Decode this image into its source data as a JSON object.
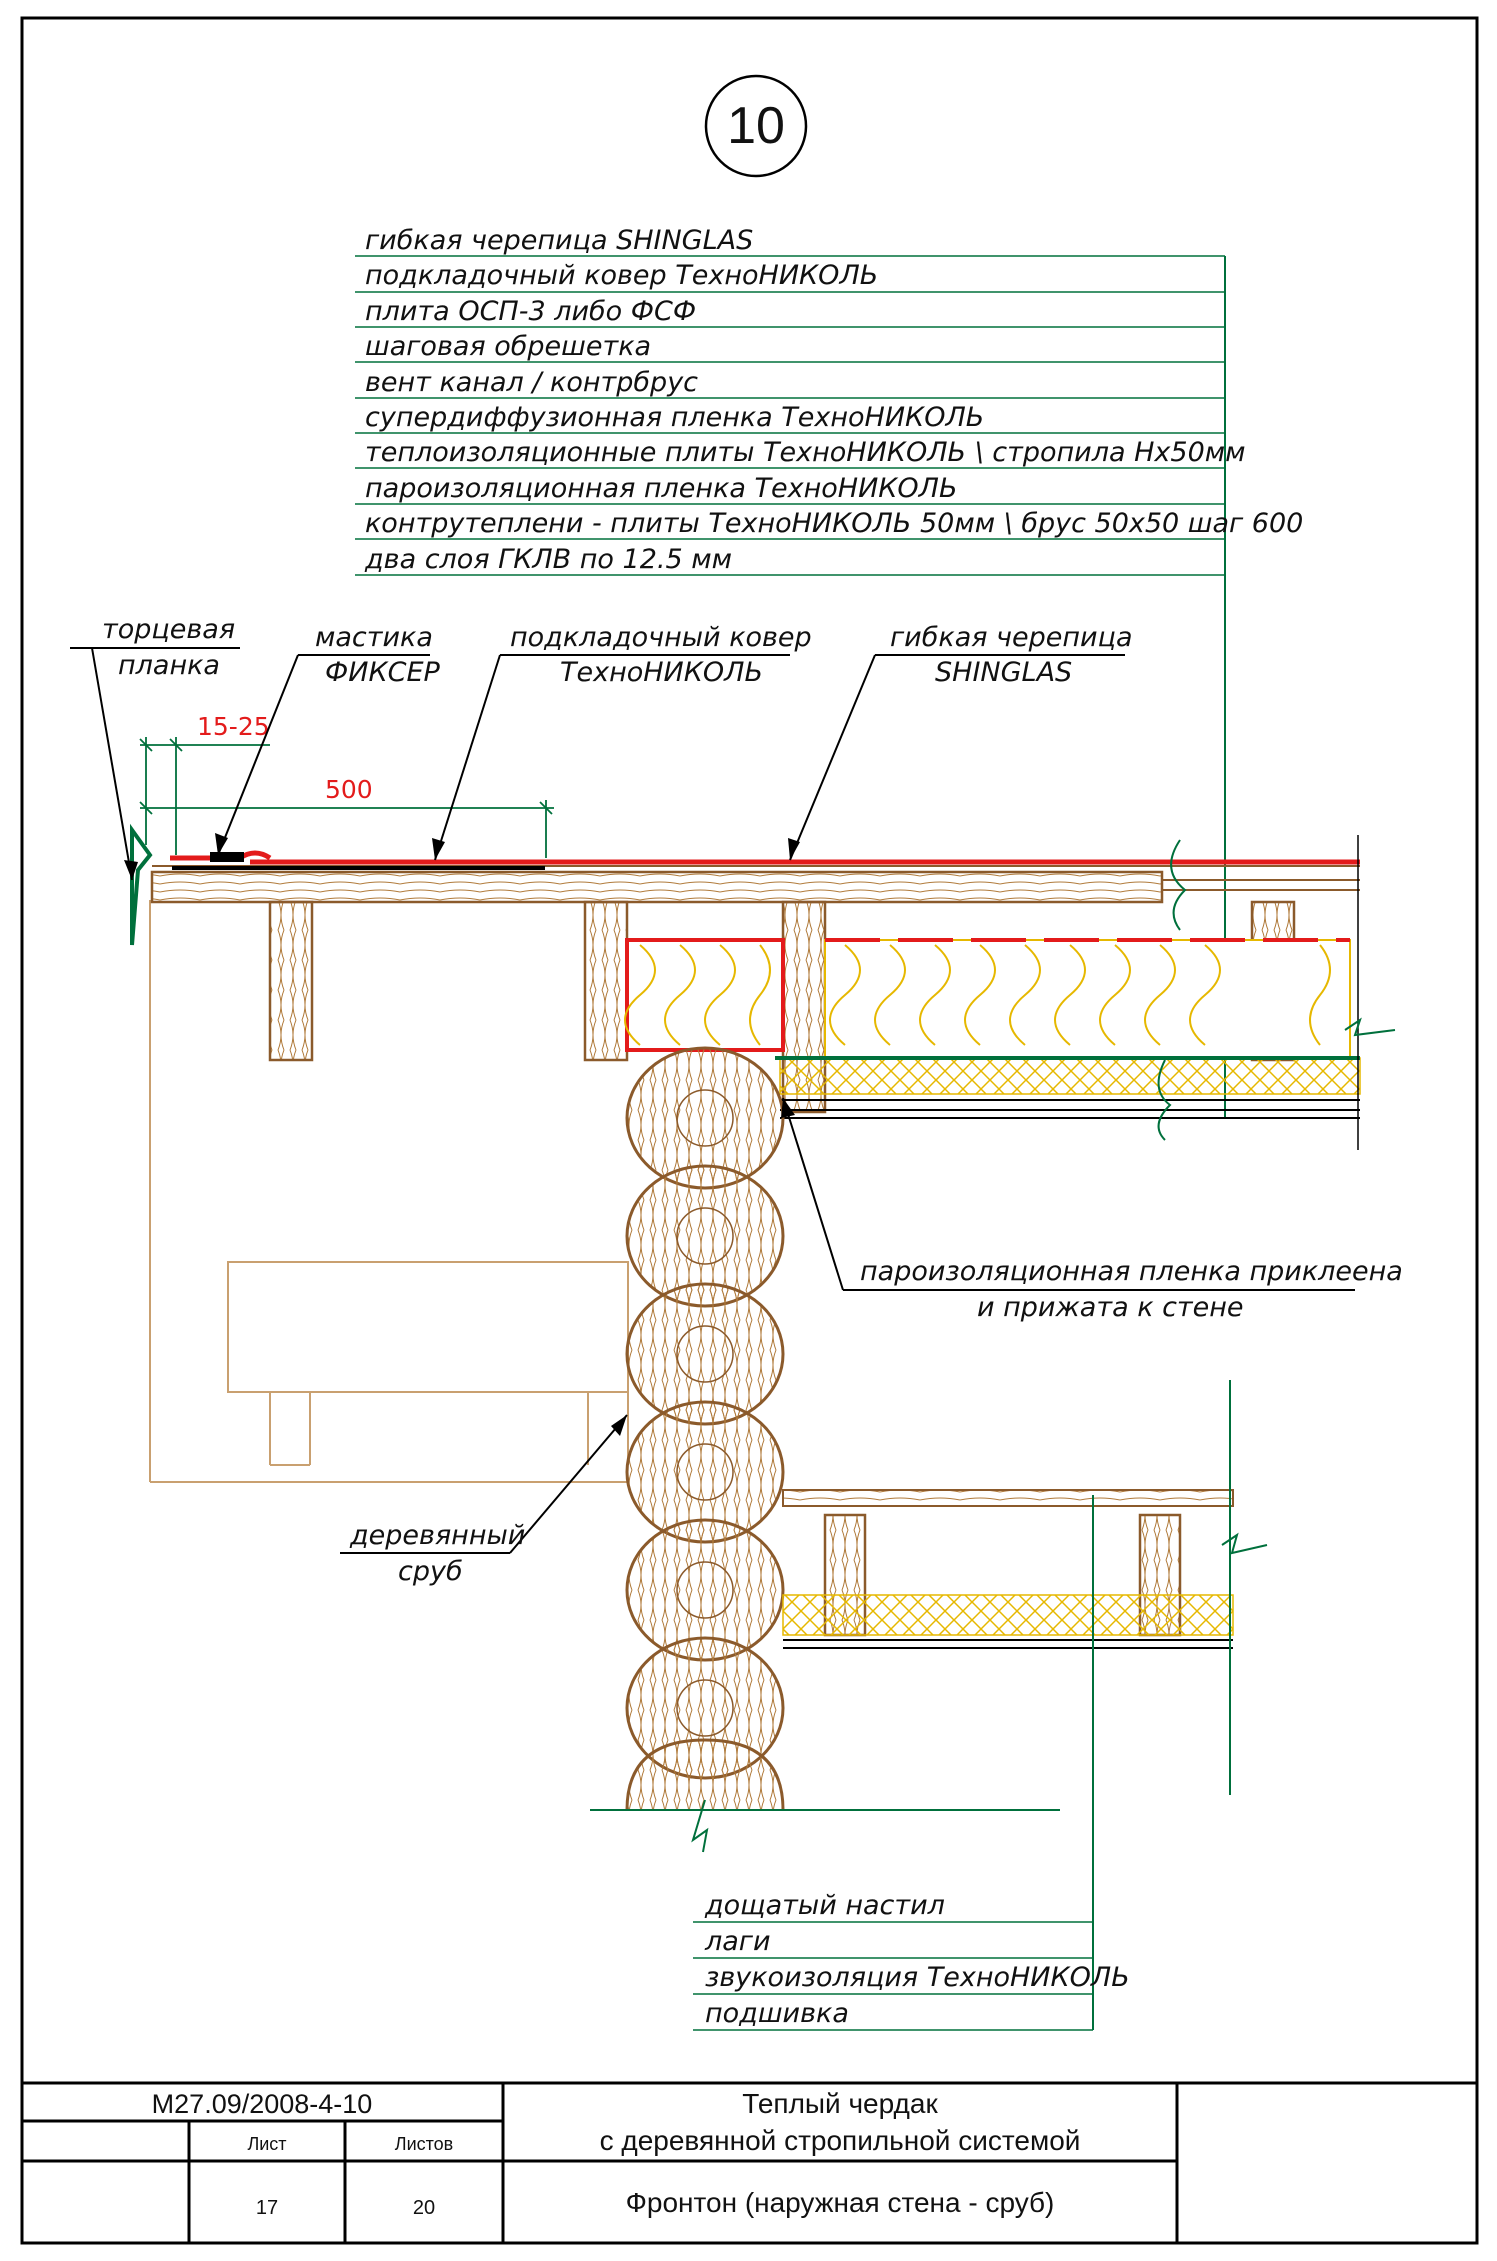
{
  "detail_number": "10",
  "roof_layers": [
    "гибкая черепица SHINGLAS",
    "подкладочный ковер ТехноНИКОЛЬ",
    "плита ОСП-3 либо ФСФ",
    "шаговая обрешетка",
    "вент канал / контрбрус",
    "супердиффузионная пленка ТехноНИКОЛЬ",
    "теплоизоляционные плиты ТехноНИКОЛЬ \\ стропила Нх50мм",
    "пароизоляционная пленка ТехноНИКОЛЬ",
    "контрутеплени - плиты ТехноНИКОЛЬ 50мм \\ брус 50х50 шаг 600",
    "два слоя ГКЛВ по 12.5 мм"
  ],
  "callouts": {
    "end_plank": [
      "торцевая",
      "планка"
    ],
    "mastic": [
      "мастика",
      "ФИКСЕР"
    ],
    "underlay": [
      "подкладочный ковер",
      "ТехноНИКОЛЬ"
    ],
    "shingles": [
      "гибкая черепица",
      "SHINGLAS"
    ],
    "vapor_barrier": [
      "пароизоляционная пленка приклеена",
      "и прижата к стене"
    ],
    "log_wall": [
      "деревянный",
      "сруб"
    ]
  },
  "dimensions": {
    "overlap": "15-25",
    "underlay_width": "500"
  },
  "floor_layers": [
    "дощатый настил",
    "лаги",
    "звукоизоляция ТехноНИКОЛЬ",
    "подшивка"
  ],
  "title_block": {
    "code": "М27.09/2008-4-10",
    "sheet_label": "Лист",
    "sheets_label": "Листов",
    "sheet": "17",
    "sheets": "20",
    "title_line1": "Теплый чердак",
    "title_line2": "с деревянной стропильной системой",
    "subtitle": "Фронтон (наружная стена - сруб)"
  },
  "colors": {
    "leader": "#00703c",
    "wood": "#8b5a2b",
    "membrane": "#e31b1b",
    "insulation": "#e6b800",
    "dimension": "#e31b1b"
  }
}
